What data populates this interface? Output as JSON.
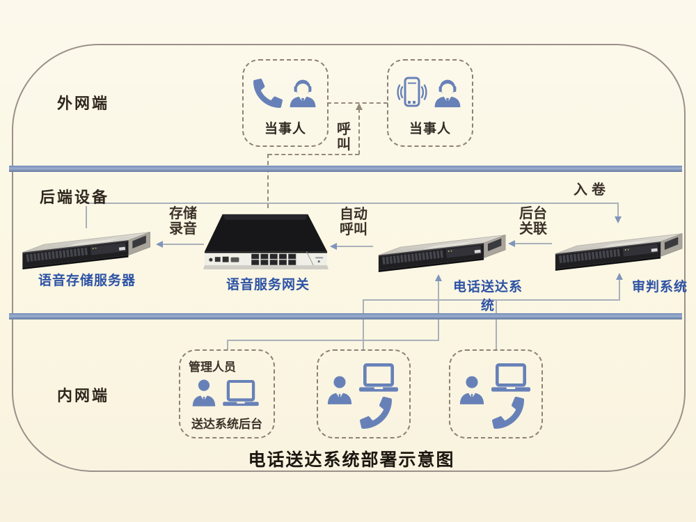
{
  "title": "电话送达系统部署示意图",
  "zones": {
    "external": {
      "label": "外网端"
    },
    "backend": {
      "label": "后端设备"
    },
    "internal": {
      "label": "内网端"
    }
  },
  "external_network": {
    "party_landline": {
      "label": "当事人",
      "icons": [
        "telephone-handset-icon",
        "person-icon"
      ]
    },
    "party_mobile": {
      "label": "当事人",
      "icons": [
        "mobile-phone-icon",
        "person-icon"
      ]
    }
  },
  "backend_devices": {
    "voice_storage_server": {
      "label": "语音存储服务器"
    },
    "voice_service_gateway": {
      "label": "语音服务网关"
    },
    "phone_delivery_system": {
      "label": "电话送达系统"
    },
    "trial_system": {
      "label": "审判系统"
    }
  },
  "internal_network": {
    "admin": {
      "title": "管理人员",
      "label": "送达系统后台",
      "icons": [
        "person-icon",
        "laptop-icon"
      ]
    },
    "operator_station_1": {
      "icons": [
        "person-icon",
        "laptop-icon",
        "telephone-handset-icon"
      ]
    },
    "operator_station_2": {
      "icons": [
        "person-icon",
        "laptop-icon",
        "telephone-handset-icon"
      ]
    }
  },
  "flow_labels": {
    "call": "呼\n叫",
    "store_recording": "存储\n录音",
    "auto_call": "自动\n呼叫",
    "backend_link": "后台\n关联",
    "file_to_case": "入卷"
  },
  "colors": {
    "background": "#fbf7e3",
    "divider_blue": "#7289b6",
    "icon_blue": "#6781b8",
    "device_label_blue": "#2d52a5",
    "line_gray": "#aab0ba",
    "arrow_blue": "#7f95bb",
    "dashed_brown": "#94897b",
    "text_dark": "#3a3128"
  }
}
